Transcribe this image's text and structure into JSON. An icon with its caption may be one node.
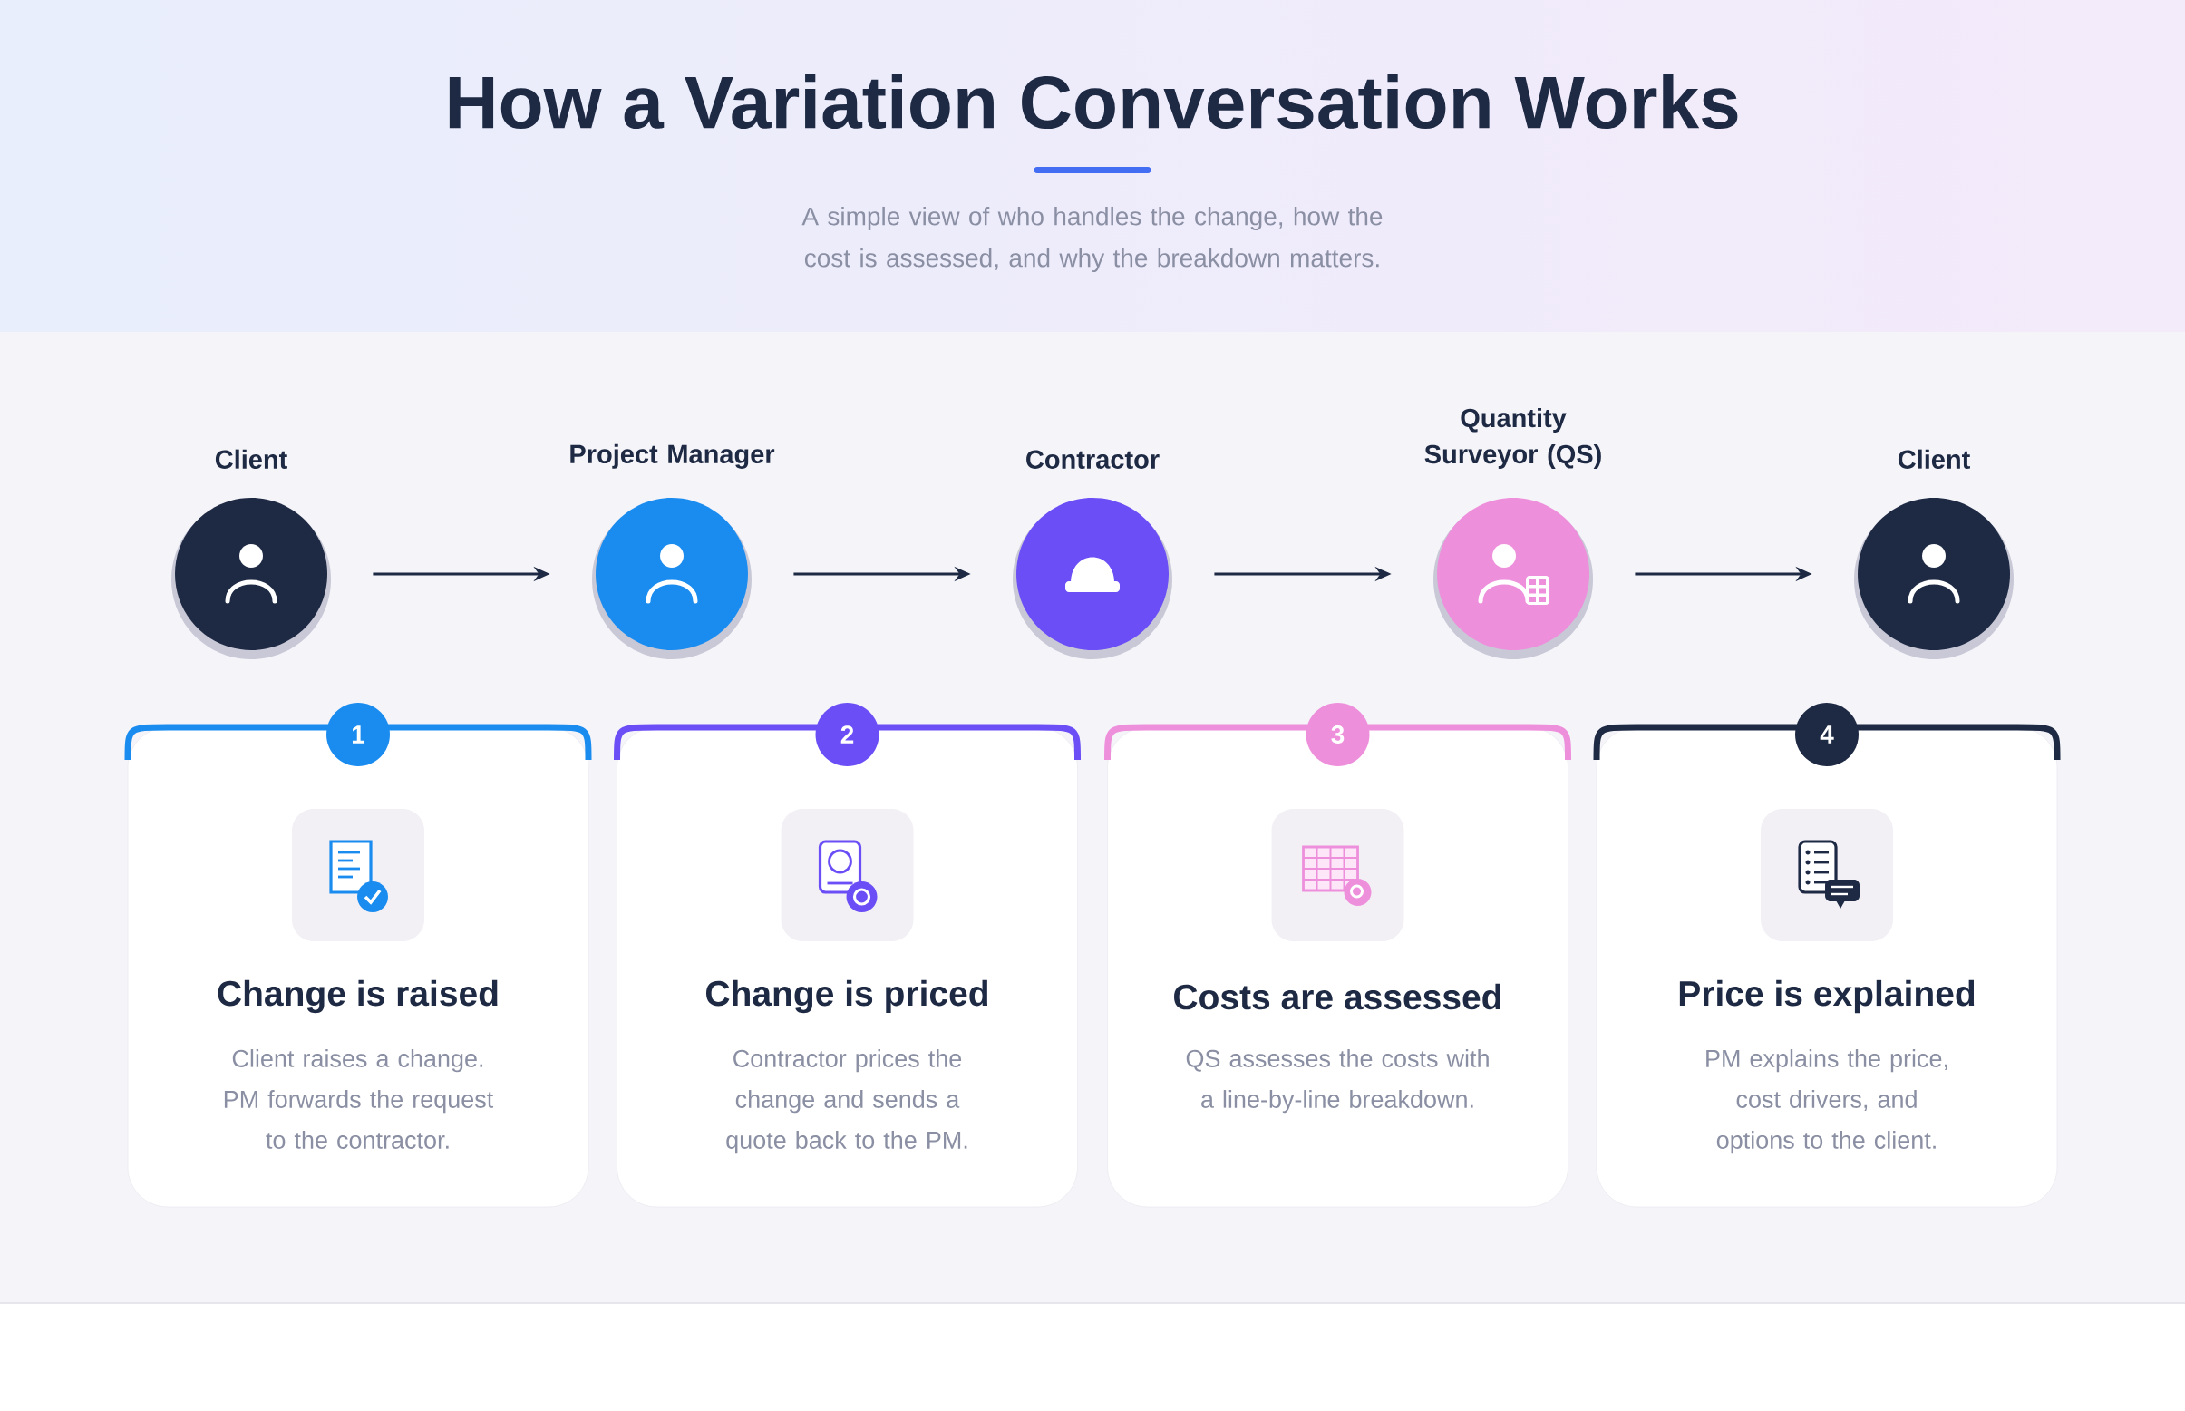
{
  "diagram": {
    "title": "How a Variation Conversation Works",
    "nodes": [
      {
        "text": [
          "Client"
        ]
      },
      {
        "text": [
          "Project Manager"
        ]
      },
      {
        "text": [
          "Contractor"
        ]
      },
      {
        "text": [
          "Quantity Surveyor (QS)"
        ]
      },
      {
        "text": [
          "Client"
        ]
      },
      {
        "text": [
          "1",
          "Change is raised",
          "Client raises a change. PM forwards the request to the contractor."
        ]
      },
      {
        "text": [
          "2",
          "Change is priced",
          "Contractor prices the change and sends a quote back to the PM."
        ]
      },
      {
        "text": [
          "3",
          "Costs are assessed",
          "QS assesses the costs with a line-by-line breakdown."
        ]
      },
      {
        "text": [
          "4",
          "Price is explained",
          "PM explains the price, cost drivers, and options to the client."
        ]
      }
    ],
    "edges": [
      {
        "from": 0,
        "to": 1,
        "arrow": "to"
      },
      {
        "from": 1,
        "to": 2,
        "arrow": "to"
      },
      {
        "from": 2,
        "to": 3,
        "arrow": "to"
      },
      {
        "from": 3,
        "to": 4,
        "arrow": "to"
      }
    ],
    "labels": [
      "A simple view of who handles the change, how the cost is assessed, and why the breakdown matters."
    ]
  }
}
